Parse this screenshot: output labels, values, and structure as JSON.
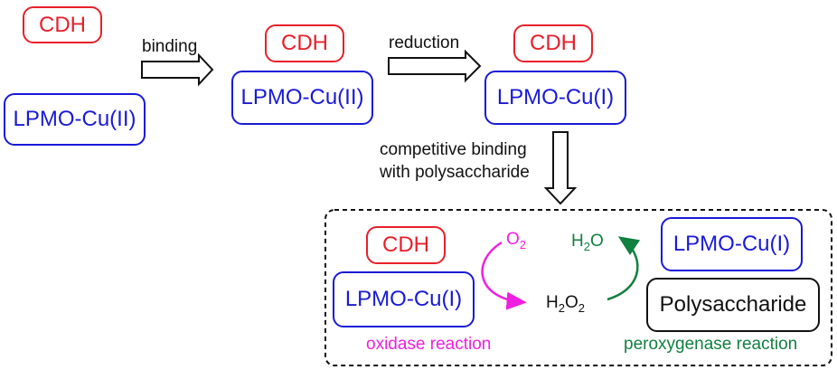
{
  "colors": {
    "cdh": "#e8202a",
    "lpmo": "#1a1ad6",
    "oxidase": "#f020e0",
    "peroxygenase": "#118040",
    "text": "#111111"
  },
  "labels": {
    "cdh": "CDH",
    "lpmo_cu2": "LPMO-Cu(II)",
    "lpmo_cu1": "LPMO-Cu(I)",
    "polysaccharide": "Polysaccharide",
    "binding": "binding",
    "reduction": "reduction",
    "competitive_line1": "competitive binding",
    "competitive_line2": "with polysaccharide",
    "oxidase_reaction": "oxidase reaction",
    "peroxygenase_reaction": "peroxygenase reaction",
    "o2_main": "O",
    "o2_sub": "2",
    "h2o_h": "H",
    "h2o_sub": "2",
    "h2o_o": "O",
    "h2o2_h": "H",
    "h2o2_sub1": "2",
    "h2o2_o": "O",
    "h2o2_sub2": "2"
  }
}
